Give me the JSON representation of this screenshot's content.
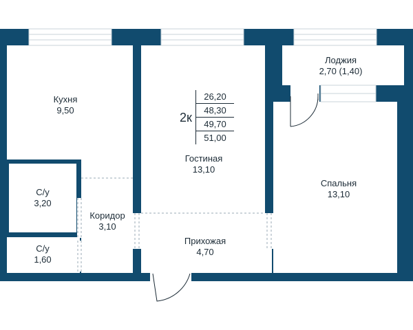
{
  "plan": {
    "colors": {
      "wall": "#114b6e",
      "floor": "#ffffff",
      "text": "#1c2b36",
      "window": "#c9d3da"
    },
    "apartment_type": "2к",
    "areas": [
      "26,20",
      "48,30",
      "49,70",
      "51,00"
    ],
    "rooms": [
      {
        "id": "kitchen",
        "name": "Кухня",
        "area": "9,50"
      },
      {
        "id": "bathroom-1",
        "name": "С/у",
        "area": "3,20"
      },
      {
        "id": "bathroom-2",
        "name": "С/у",
        "area": "1,60"
      },
      {
        "id": "corridor",
        "name": "Коридор",
        "area": "3,10"
      },
      {
        "id": "living-room",
        "name": "Гостиная",
        "area": "13,10"
      },
      {
        "id": "hallway",
        "name": "Прихожая",
        "area": "4,70"
      },
      {
        "id": "loggia",
        "name": "Лоджия",
        "area": "2,70 (1,40)"
      },
      {
        "id": "bedroom",
        "name": "Спальня",
        "area": "13,10"
      }
    ]
  }
}
